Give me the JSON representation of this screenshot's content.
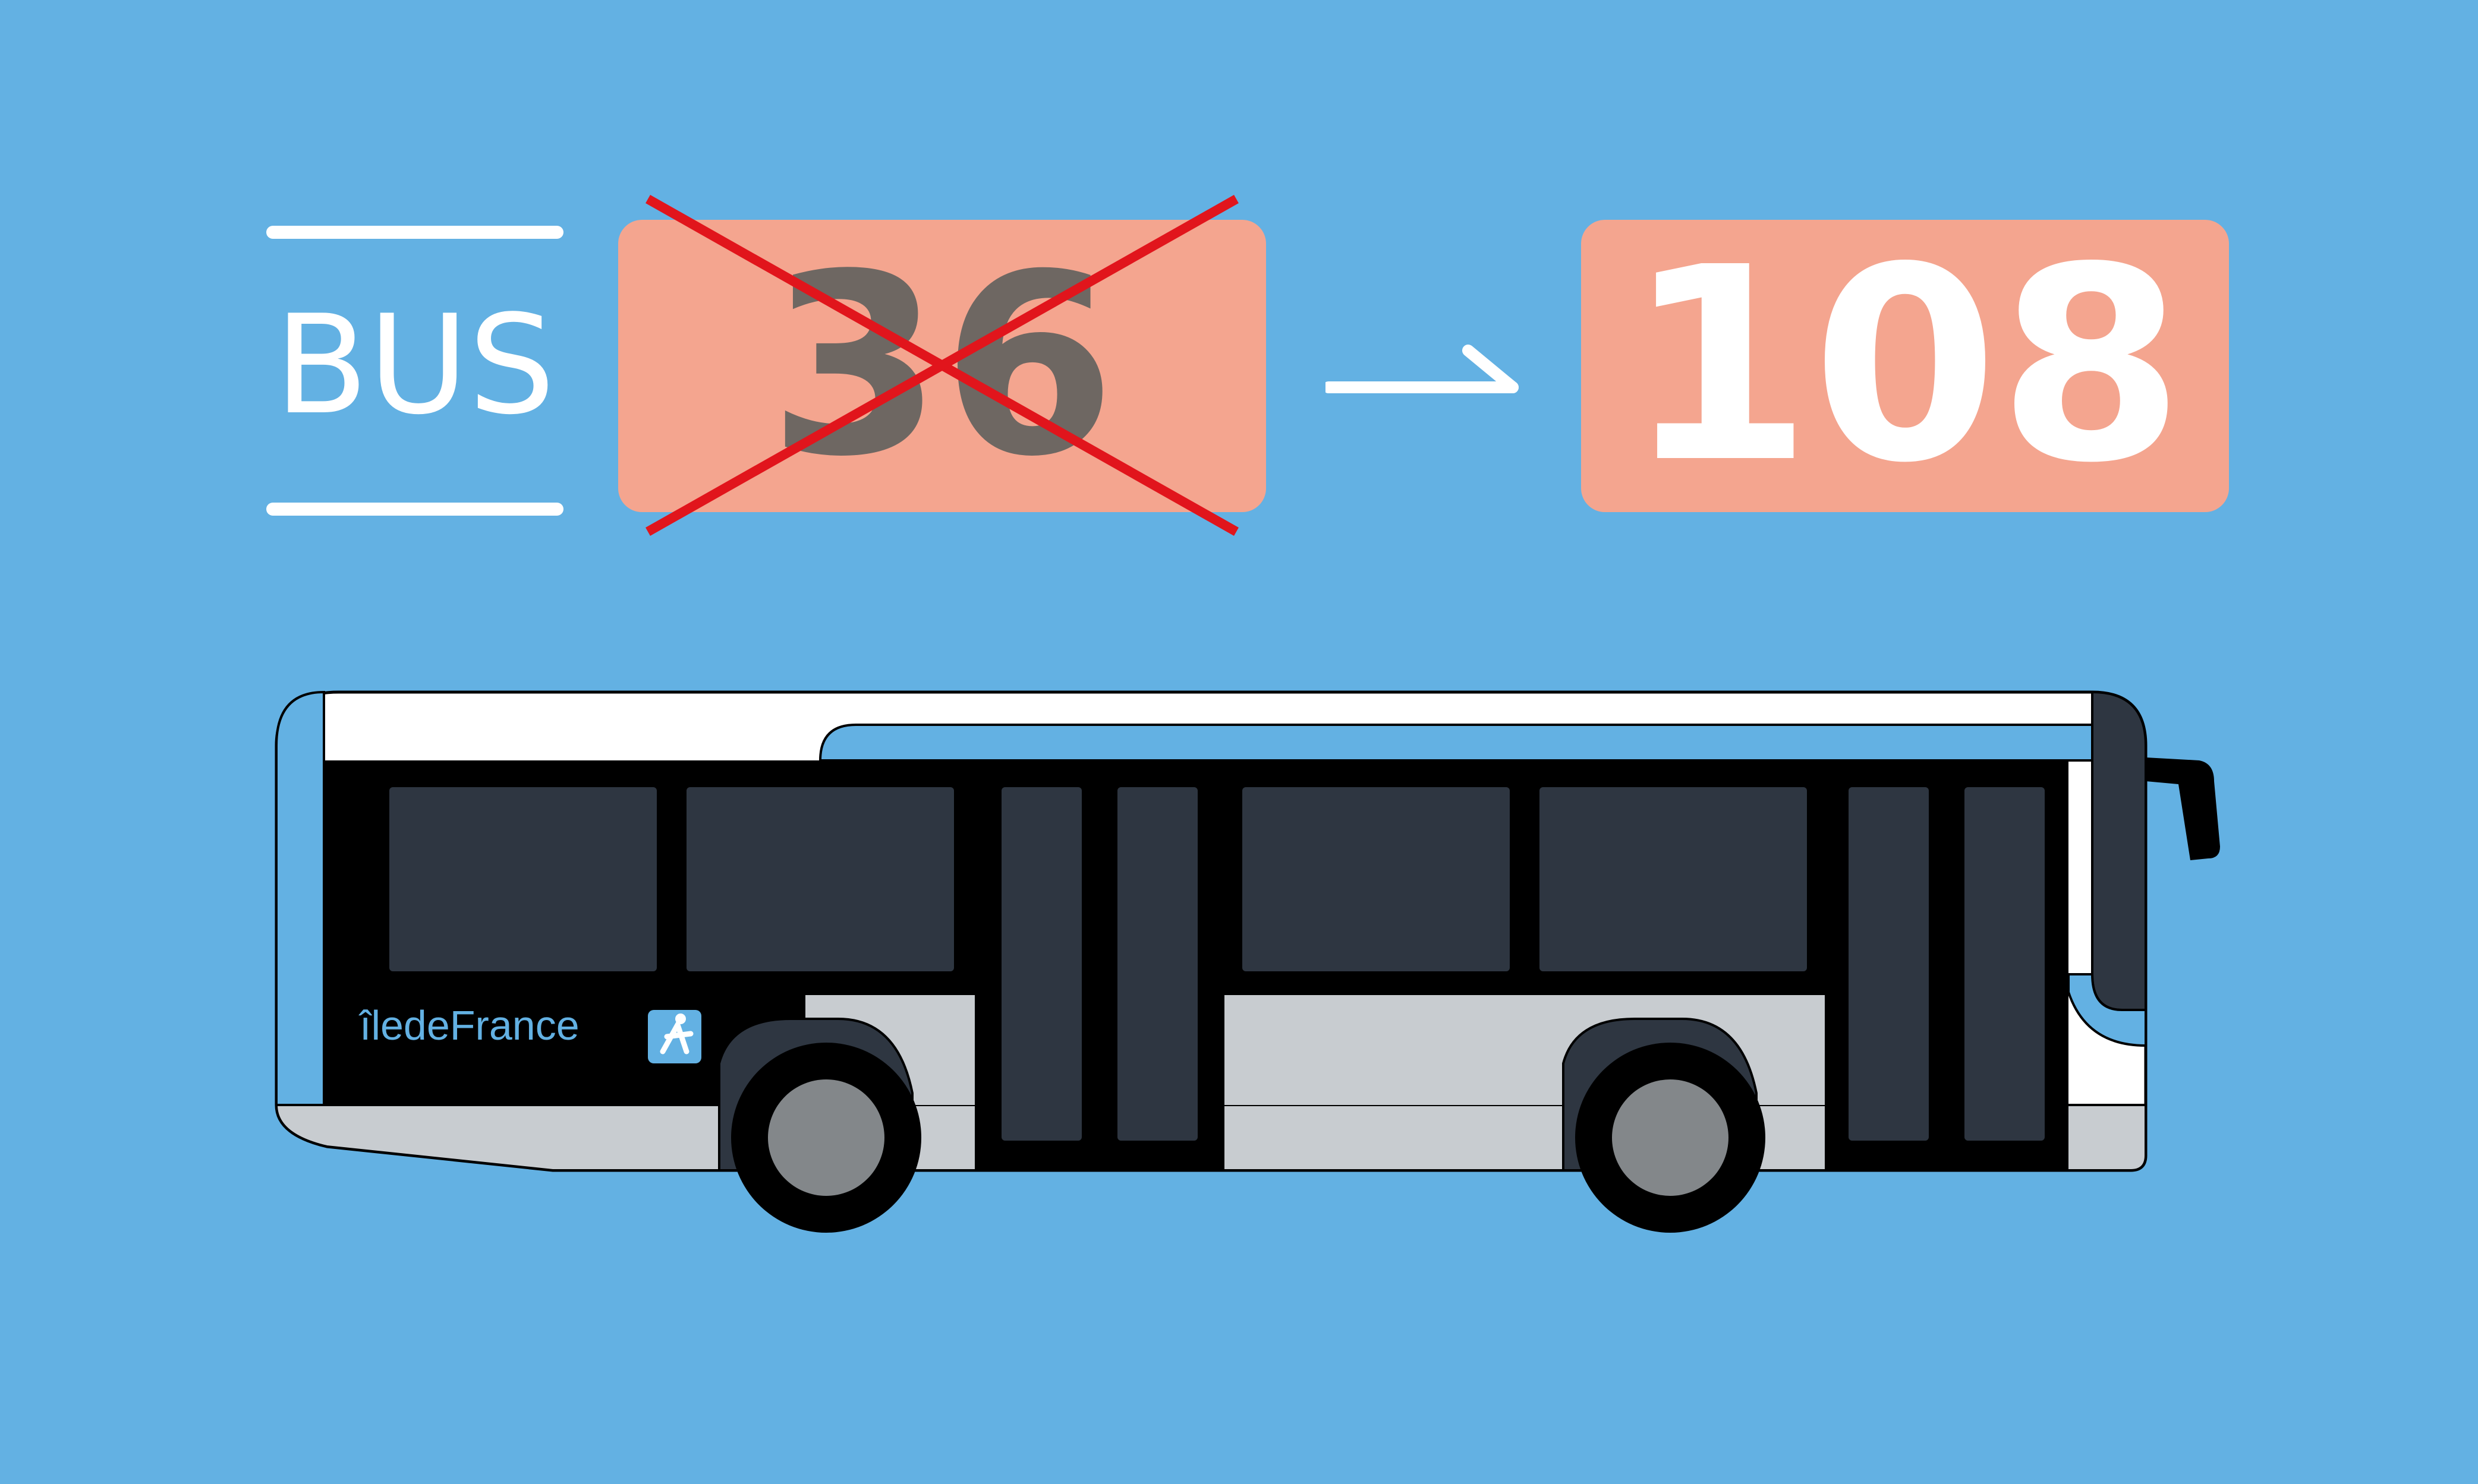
{
  "header": {
    "bus_label": "BUS",
    "old_route": "36",
    "new_route": "108"
  },
  "logo": {
    "text": "îledeFrance"
  },
  "colors": {
    "background": "#63b1e3",
    "route_box": "#f4a58f",
    "strike": "#e1151c",
    "old_route_text": "#6e6762"
  }
}
